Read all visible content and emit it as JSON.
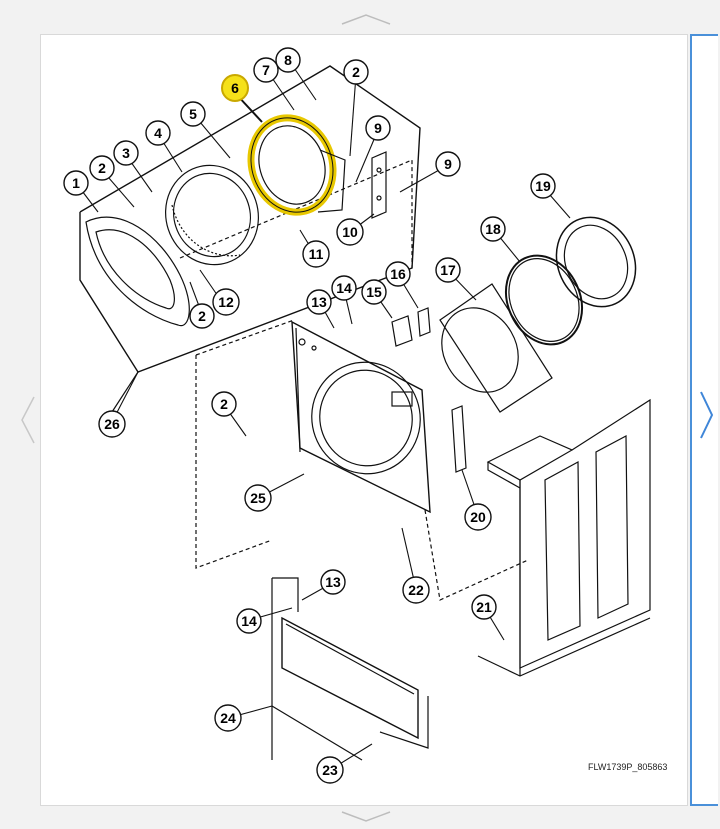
{
  "reference_code": "FLW1739P_805863",
  "highlight_color": "#f5e11a",
  "callouts": [
    "1",
    "2",
    "3",
    "4",
    "5",
    "6",
    "7",
    "8",
    "2",
    "9",
    "9",
    "10",
    "11",
    "2",
    "12",
    "13",
    "14",
    "15",
    "16",
    "17",
    "18",
    "19",
    "2",
    "25",
    "26",
    "20",
    "22",
    "21",
    "13",
    "14",
    "24",
    "23"
  ],
  "navigation": {
    "up_icon": "chevron-up-icon",
    "down_icon": "chevron-down-icon",
    "left_icon": "chevron-left-icon",
    "right_icon": "chevron-right-icon"
  }
}
